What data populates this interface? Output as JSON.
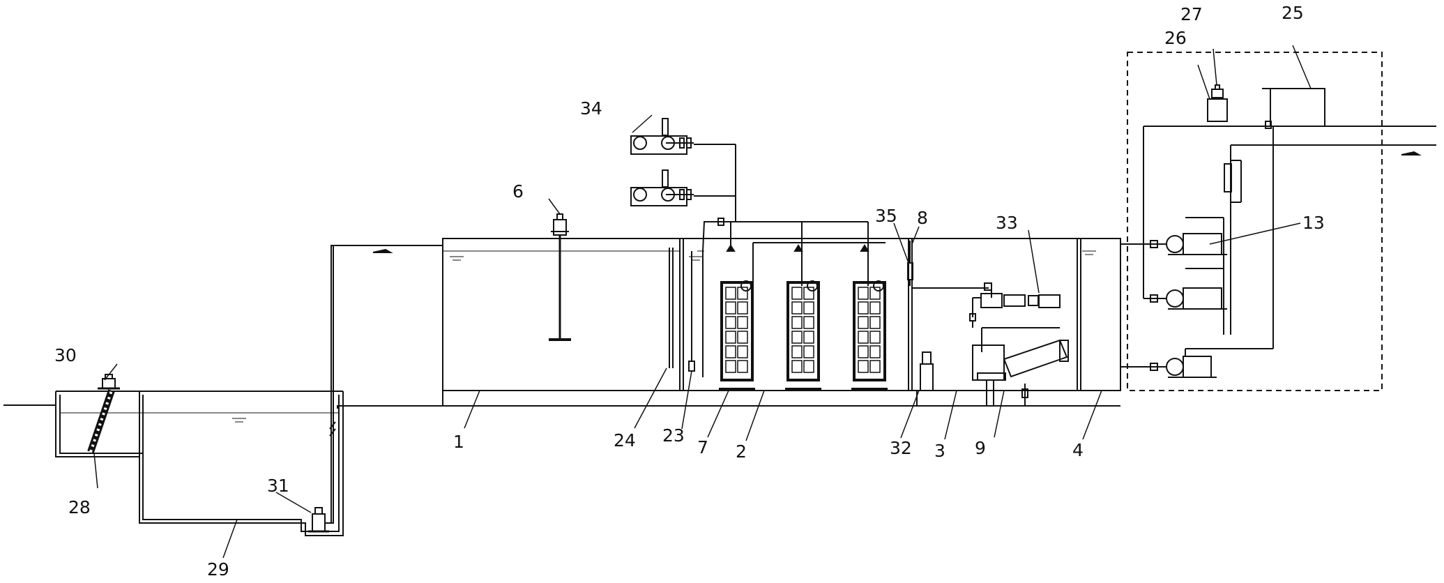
{
  "diagram": {
    "labels": {
      "l1": "1",
      "l2": "2",
      "l3": "3",
      "l4": "4",
      "l6": "6",
      "l7": "7",
      "l8": "8",
      "l9": "9",
      "l13": "13",
      "l23": "23",
      "l24": "24",
      "l25": "25",
      "l26": "26",
      "l27": "27",
      "l28": "28",
      "l29": "29",
      "l30": "30",
      "l31": "31",
      "l32": "32",
      "l33": "33",
      "l34": "34",
      "l35": "35"
    },
    "colors": {
      "line": "#111111",
      "background": "#ffffff"
    }
  }
}
